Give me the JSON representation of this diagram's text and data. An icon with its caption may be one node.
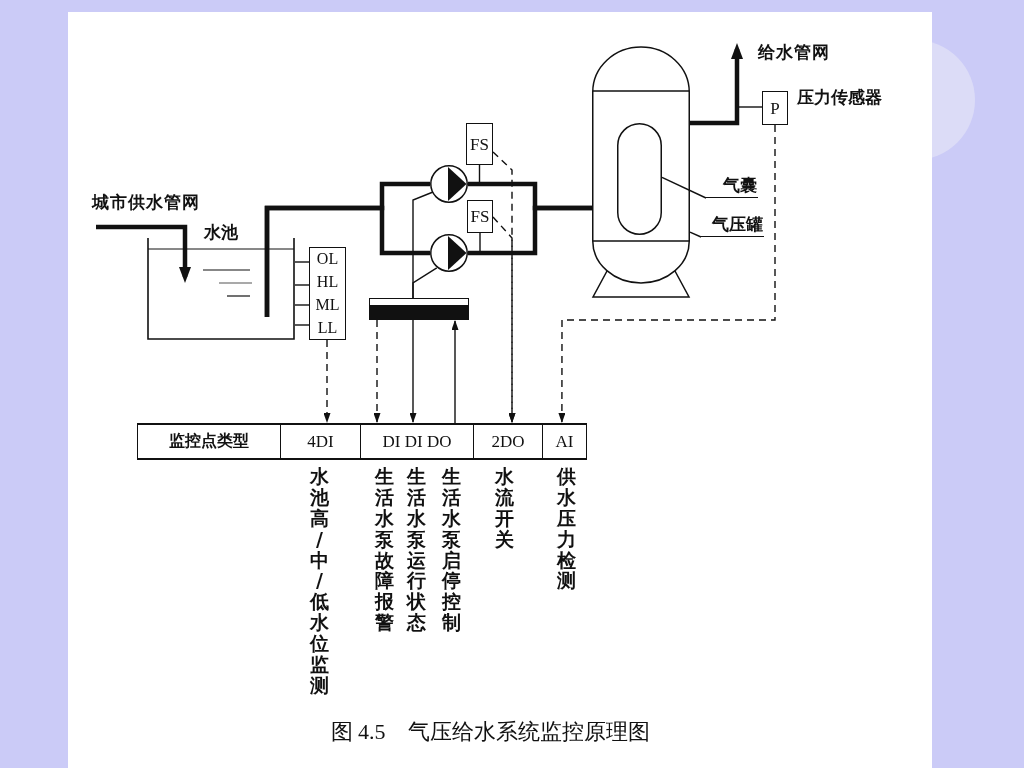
{
  "diagram": {
    "caption": "图 4.5　气压给水系统监控原理图",
    "nodes": [
      {
        "text": [
          "水池"
        ]
      },
      {
        "text": [
          "OL",
          "HL",
          "ML",
          "LL"
        ]
      },
      {
        "text": [],
        "shape": "circle"
      },
      {
        "text": [],
        "shape": "circle"
      },
      {
        "text": [
          "FS"
        ]
      },
      {
        "text": [
          "FS"
        ]
      },
      {
        "text": [],
        "shape": "bar"
      },
      {
        "text": [],
        "shape": "cylinder"
      },
      {
        "text": [],
        "shape": "box",
        "in": 7
      },
      {
        "text": [
          "P"
        ],
        "beside": [
          "压力传感器"
        ]
      },
      {
        "text": [
          "气囊"
        ]
      },
      {
        "text": [
          "气压罐"
        ]
      },
      {
        "text": [
          "监控点类型"
        ]
      },
      {
        "text": [
          "4DI"
        ],
        "beside": [
          "水池高/中/低水位监测"
        ]
      },
      {
        "text": [
          "DI DI DO"
        ],
        "beside": [
          "生活水泵故障报警",
          "生活水泵运行状态",
          "生活水泵启停控制"
        ]
      },
      {
        "text": [
          "2DO"
        ],
        "beside": [
          "水流开关"
        ]
      },
      {
        "text": [
          "AI"
        ],
        "beside": [
          "供水压力检测"
        ]
      }
    ],
    "edges": [
      {
        "from": null,
        "to": 0,
        "arrow": "to",
        "style": "thick"
      },
      {
        "from": 0,
        "to": 1,
        "arrow": "none"
      },
      {
        "from": 0,
        "to": 1,
        "arrow": "none"
      },
      {
        "from": 0,
        "to": 1,
        "arrow": "none"
      },
      {
        "from": 0,
        "to": 1,
        "arrow": "none"
      },
      {
        "from": 0,
        "to": 2,
        "arrow": "none",
        "style": "thick"
      },
      {
        "from": 0,
        "to": 3,
        "arrow": "none",
        "style": "thick"
      },
      {
        "from": 2,
        "to": 7,
        "arrow": "none",
        "style": "thick"
      },
      {
        "from": 3,
        "to": 7,
        "arrow": "none",
        "style": "thick"
      },
      {
        "from": 7,
        "to": null,
        "arrow": "to",
        "style": "thick"
      },
      {
        "from": 4,
        "to": null,
        "arrow": "none"
      },
      {
        "from": 5,
        "to": null,
        "arrow": "none"
      },
      {
        "from": 9,
        "to": null,
        "arrow": "none"
      },
      {
        "from": 2,
        "to": 6,
        "arrow": "none"
      },
      {
        "from": 3,
        "to": 6,
        "arrow": "none"
      },
      {
        "from": 1,
        "to": 13,
        "arrow": "to",
        "style": "dashed"
      },
      {
        "from": 6,
        "to": 14,
        "arrow": "to",
        "style": "dashed"
      },
      {
        "from": 6,
        "to": 14,
        "arrow": "to"
      },
      {
        "from": 14,
        "to": 6,
        "arrow": "to"
      },
      {
        "from": 4,
        "to": 15,
        "arrow": "to",
        "style": "dashed"
      },
      {
        "from": 5,
        "to": 15,
        "arrow": "to",
        "style": "dashed"
      },
      {
        "from": 9,
        "to": 16,
        "arrow": "to",
        "style": "dashed"
      },
      {
        "from": 10,
        "to": 8,
        "arrow": "none"
      },
      {
        "from": 11,
        "to": 7,
        "arrow": "none"
      }
    ],
    "labels": [
      "给水管网",
      "城市供水管网"
    ]
  }
}
